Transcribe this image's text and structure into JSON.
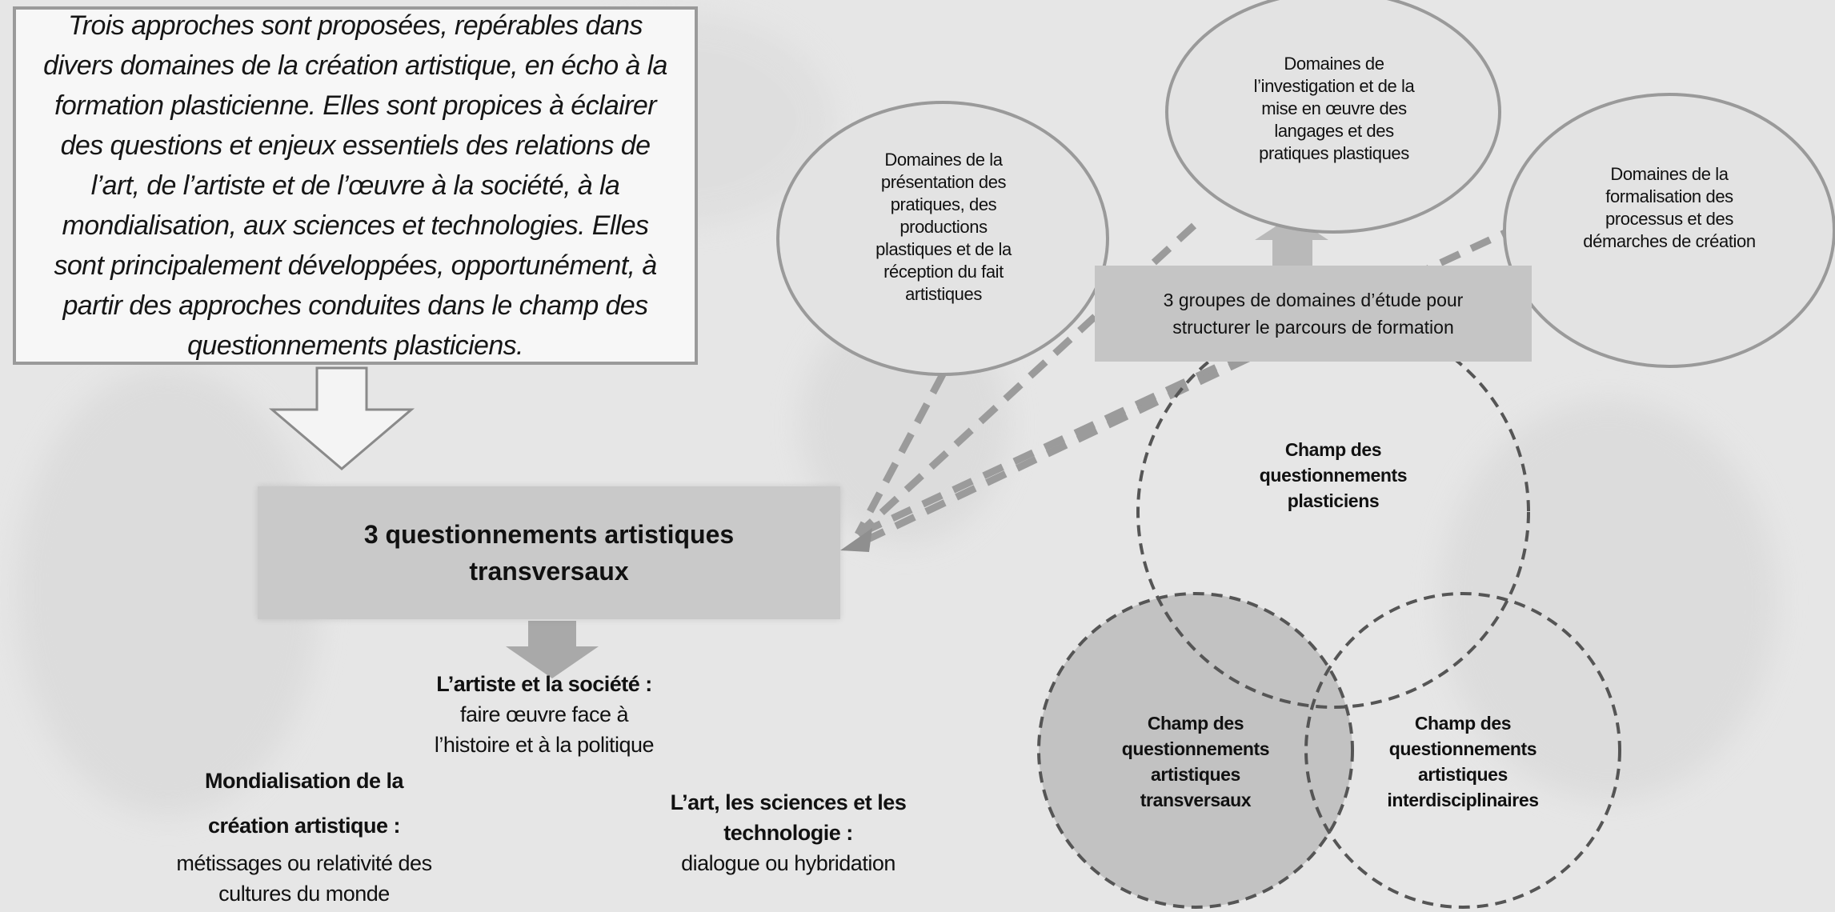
{
  "intro": {
    "text": "Trois approches sont proposées, repérables dans divers domaines de la création artistique, en écho à la formation plasticienne. Elles sont propices à éclairer des questions et enjeux essentiels des relations de l’art, de l’artiste et de l’œuvre à la société, à la mondialisation, aux sciences et technologies. Elles sont principalement développées, opportunément, à partir des approches conduites dans le champ des questionnements plasticiens."
  },
  "center": {
    "title": "3 questionnements artistiques transversaux"
  },
  "themes": {
    "society_title": "L’artiste et la société :",
    "society_desc": "faire œuvre face à l’histoire et à la politique",
    "world_title": "Mondialisation de la création artistique :",
    "world_desc": "métissages ou relativité des cultures du monde",
    "science_title": "L’art, les sciences et les technologie :",
    "science_desc": "dialogue ou hybridation"
  },
  "domains": {
    "group_label": "3 groupes de domaines d’étude pour structurer le parcours de formation",
    "presentation": "Domaines de la présentation des pratiques, des productions plastiques et de la réception du fait artistiques",
    "investigation": "Domaines de l’investigation et de la mise en œuvre des langages et des pratiques plastiques",
    "formalisation": "Domaines de la formalisation des processus et des démarches de création"
  },
  "fields": {
    "plasticiens": "Champ des questionnements plasticiens",
    "transversaux": "Champ des questionnements artistiques transversaux",
    "interdisciplinaires": "Champ des questionnements artistiques interdisciplinaires"
  },
  "colors": {
    "background": "#e6e6e6",
    "box_fill": "#c9c9c9",
    "dashed_arrow": "#9b9b9b",
    "circle_stroke": "#555555",
    "transversal_fill": "#c2c2c2"
  }
}
